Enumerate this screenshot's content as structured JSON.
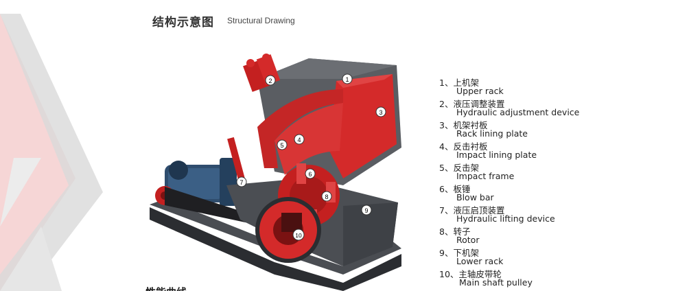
{
  "header": {
    "title_zh": "结构示意图",
    "title_en": "Structural Drawing"
  },
  "footer": {
    "partial_heading": "性能曲线"
  },
  "callouts": [
    "1",
    "2",
    "3",
    "4",
    "5",
    "6",
    "7",
    "8",
    "9",
    "10"
  ],
  "legend": [
    {
      "zh": "1、上机架",
      "en": "Upper rack"
    },
    {
      "zh": "2、液压调整装置",
      "en": "Hydraulic adjustment device"
    },
    {
      "zh": "3、机架衬板",
      "en": "Rack lining plate"
    },
    {
      "zh": "4、反击衬板",
      "en": "Impact lining plate"
    },
    {
      "zh": "5、反击架",
      "en": "Impact frame"
    },
    {
      "zh": "6、板锤",
      "en": "Blow bar"
    },
    {
      "zh": "7、液压启顶装置",
      "en": "Hydraulic lifting device"
    },
    {
      "zh": "8、转子",
      "en": "Rotor"
    },
    {
      "zh": "9、下机架",
      "en": "Lower rack"
    },
    {
      "zh": "10、主轴皮带轮",
      "en": "Main shaft pulley"
    }
  ],
  "colors": {
    "machine_red": "#d42a2a",
    "machine_dark": "#3a3d42",
    "motor_blue": "#2f4d6e",
    "deco_red": "#f6d6d6",
    "deco_gray": "#d9d9d9"
  }
}
